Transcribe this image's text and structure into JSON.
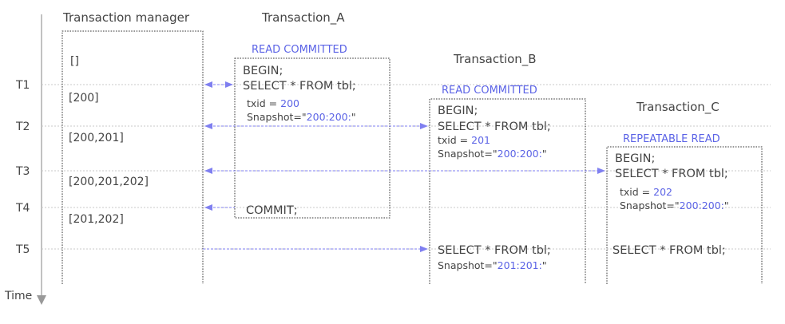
{
  "headers": {
    "manager": "Transaction manager",
    "a": "Transaction_A",
    "b": "Transaction_B",
    "c": "Transaction_C"
  },
  "time_label": "Time",
  "ticks": [
    "T1",
    "T2",
    "T3",
    "T4",
    "T5"
  ],
  "manager_states": [
    "[]",
    "[200]",
    "[200,201]",
    "[200,201,202]",
    "[201,202]"
  ],
  "isolation": {
    "a": "READ COMMITTED",
    "b": "READ COMMITTED",
    "c": "REPEATABLE READ"
  },
  "a": {
    "begin": "BEGIN;",
    "select": "SELECT * FROM tbl;",
    "txid_label": "txid = ",
    "txid": "200",
    "snap_label": "Snapshot=\"",
    "snap": "200:200:",
    "snap_end": "\"",
    "commit": "COMMIT;"
  },
  "b": {
    "begin": "BEGIN;",
    "select": "SELECT * FROM tbl;",
    "txid_label": "txid = ",
    "txid": "201",
    "snap_label": "Snapshot=\"",
    "snap": "200:200:",
    "snap_end": "\"",
    "select2": "SELECT * FROM tbl;",
    "snap2_label": "Snapshot=\"",
    "snap2": "201:201:",
    "snap2_end": "\""
  },
  "c": {
    "begin": "BEGIN;",
    "select": "SELECT * FROM tbl;",
    "txid_label": "txid = ",
    "txid": "202",
    "snap_label": "Snapshot=\"",
    "snap": "200:200:",
    "snap_end": "\"",
    "select2": "SELECT * FROM tbl;"
  },
  "colors": {
    "accent": "#5b63e6",
    "arrow": "#7f7ff0",
    "grid": "#c8c8c8",
    "text": "#444444"
  }
}
